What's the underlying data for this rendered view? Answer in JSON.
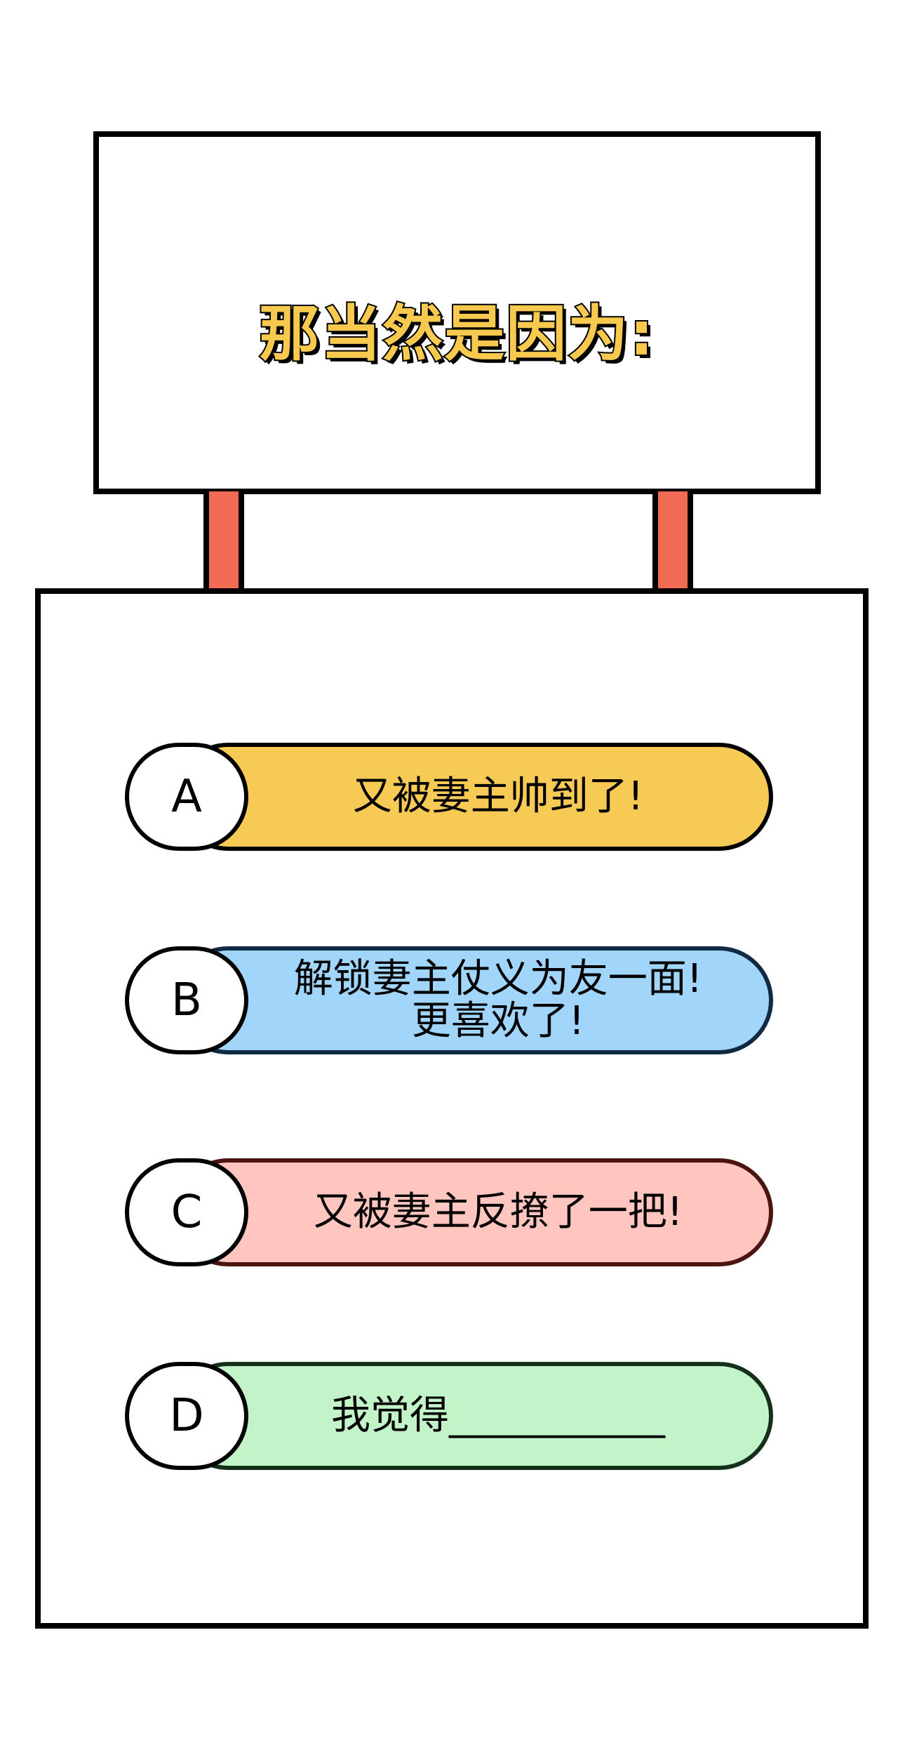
{
  "sign": {
    "title": "那当然是因为:"
  },
  "options": [
    {
      "letter": "A",
      "lines": [
        "又被妻主帅到了!"
      ],
      "color": "#F7CA55",
      "border": "#000000"
    },
    {
      "letter": "B",
      "lines": [
        "解锁妻主仗义为友一面!",
        "更喜欢了!"
      ],
      "color": "#A1D5FA",
      "border": "#102A43"
    },
    {
      "letter": "C",
      "lines": [
        "又被妻主反撩了一把!"
      ],
      "color": "#FFC6C0",
      "border": "#4A1410"
    },
    {
      "letter": "D",
      "lines": [
        "我觉得___________"
      ],
      "color": "#C3F3C8",
      "border": "#15301A"
    }
  ],
  "colors": {
    "title_fill": "#F7C94E",
    "post": "#F06A54",
    "outline": "#000000"
  }
}
